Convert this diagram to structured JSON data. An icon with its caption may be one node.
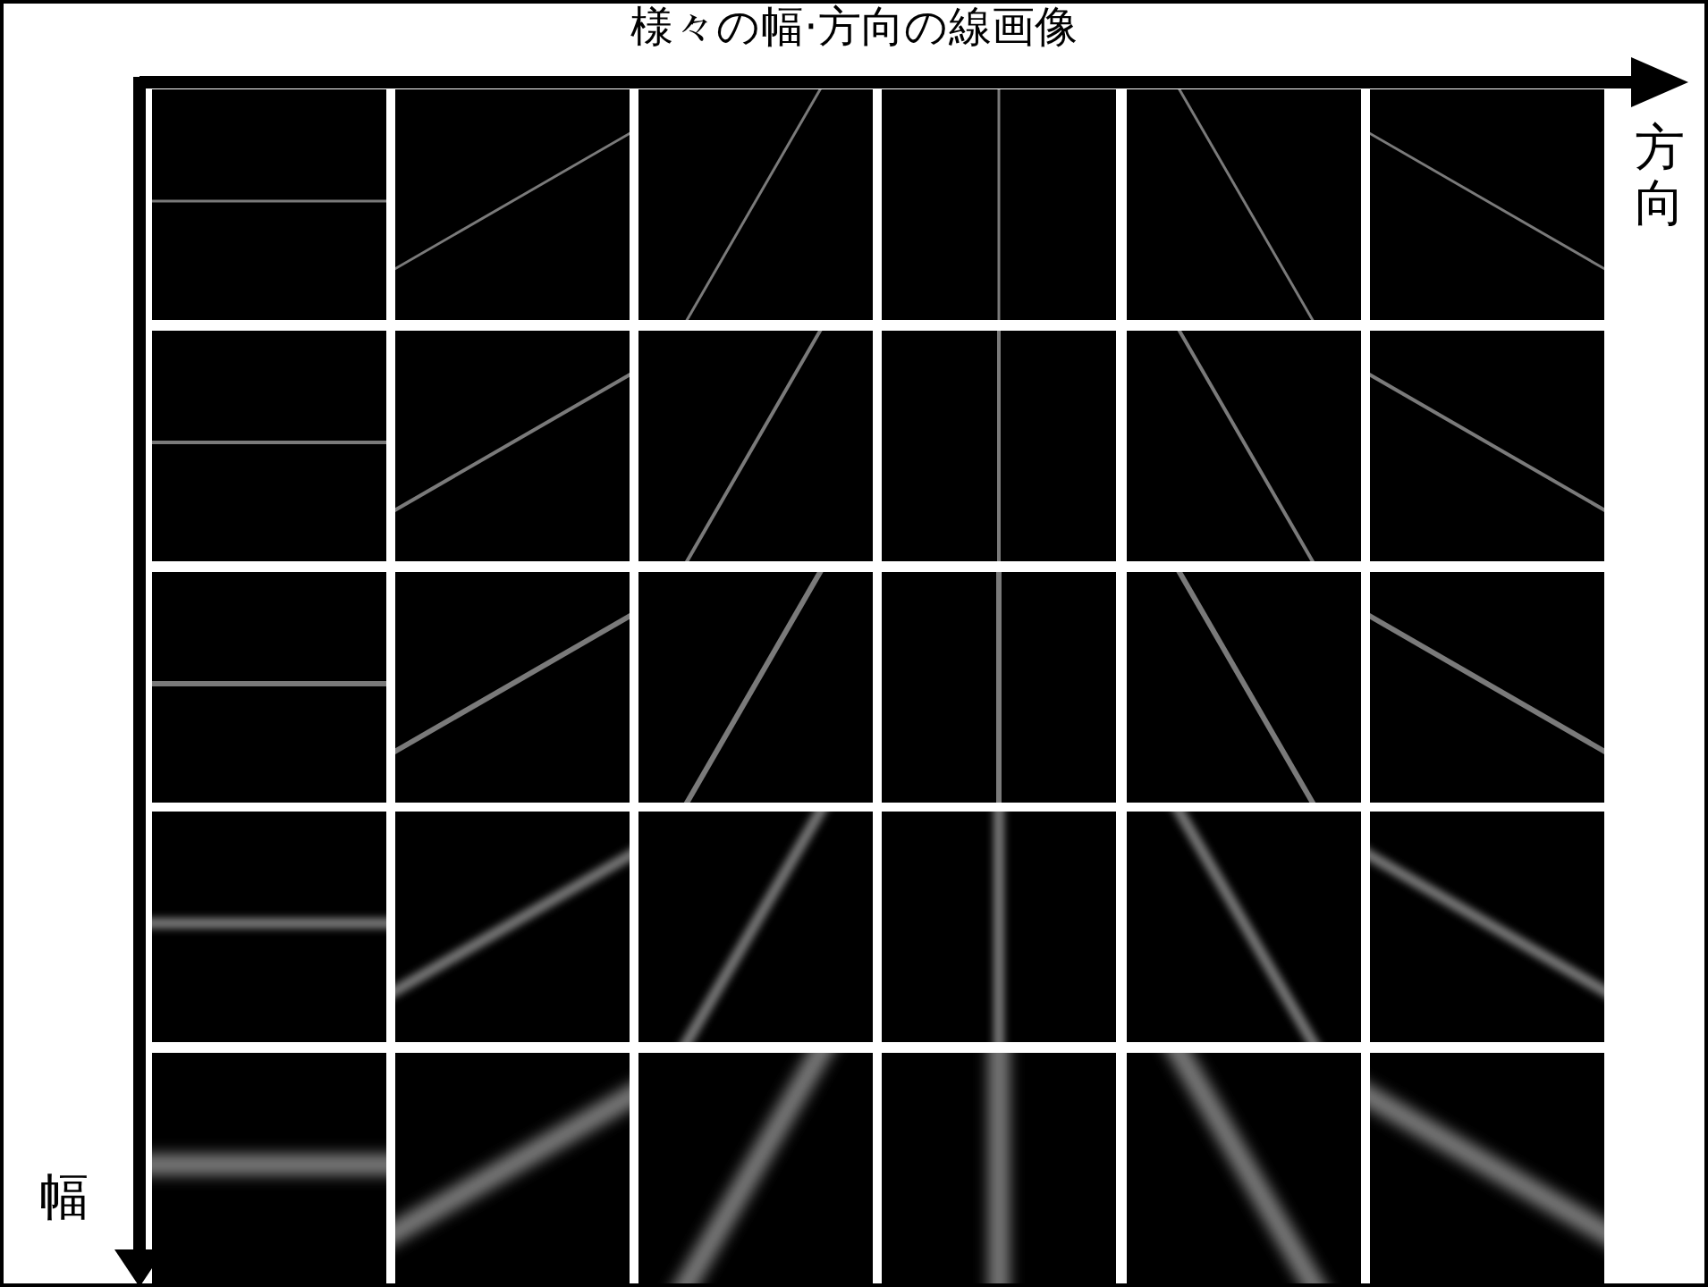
{
  "diagram": {
    "title": "様々の幅·方向の線画像",
    "labels": [
      "方向",
      "幅"
    ]
  }
}
